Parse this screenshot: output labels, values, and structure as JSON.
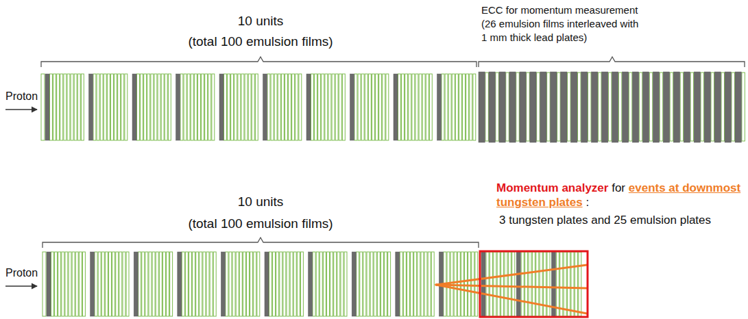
{
  "diagram": {
    "labels": [
      "10 units",
      "(total 100 emulsion films)",
      "ECC for momentum measurement",
      "(26 emulsion films interleaved with",
      "1 mm thick lead plates)",
      "Proton",
      "10 units",
      "(total 100 emulsion films)",
      "Momentum analyzer",
      "for",
      "events at downmost tungsten plates",
      ":",
      "3 tungsten plates and 25 emulsion plates",
      "Proton"
    ]
  }
}
